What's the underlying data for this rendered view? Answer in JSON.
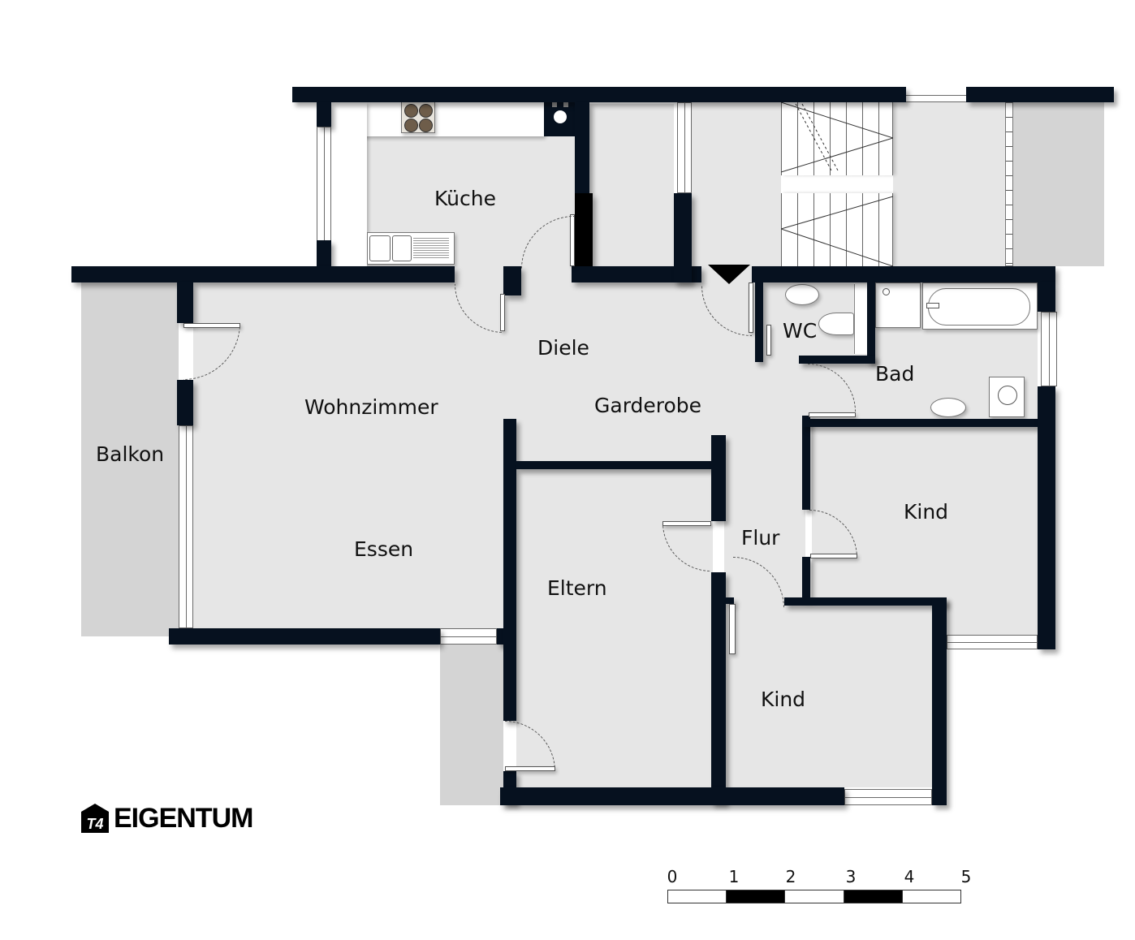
{
  "plan": {
    "rooms": [
      {
        "id": "kueche",
        "label": "Küche"
      },
      {
        "id": "diele",
        "label": "Diele"
      },
      {
        "id": "wc",
        "label": "WC"
      },
      {
        "id": "bad",
        "label": "Bad"
      },
      {
        "id": "wohnzimmer",
        "label": "Wohnzimmer"
      },
      {
        "id": "garderobe",
        "label": "Garderobe"
      },
      {
        "id": "balkon",
        "label": "Balkon"
      },
      {
        "id": "essen",
        "label": "Essen"
      },
      {
        "id": "eltern",
        "label": "Eltern"
      },
      {
        "id": "flur",
        "label": "Flur"
      },
      {
        "id": "kind1",
        "label": "Kind"
      },
      {
        "id": "kind2",
        "label": "Kind"
      }
    ],
    "entrance_marker": "entrance-triangle"
  },
  "branding": {
    "logo_text": "EIGENTUM",
    "logo_mark": "T4"
  },
  "scale_bar": {
    "unit": "m",
    "ticks": [
      "0",
      "1",
      "2",
      "3",
      "4",
      "5"
    ]
  },
  "colors": {
    "wall": "#06111f",
    "floor": "#e6e6e6",
    "balcony": "#d4d4d4",
    "background": "#ffffff"
  }
}
